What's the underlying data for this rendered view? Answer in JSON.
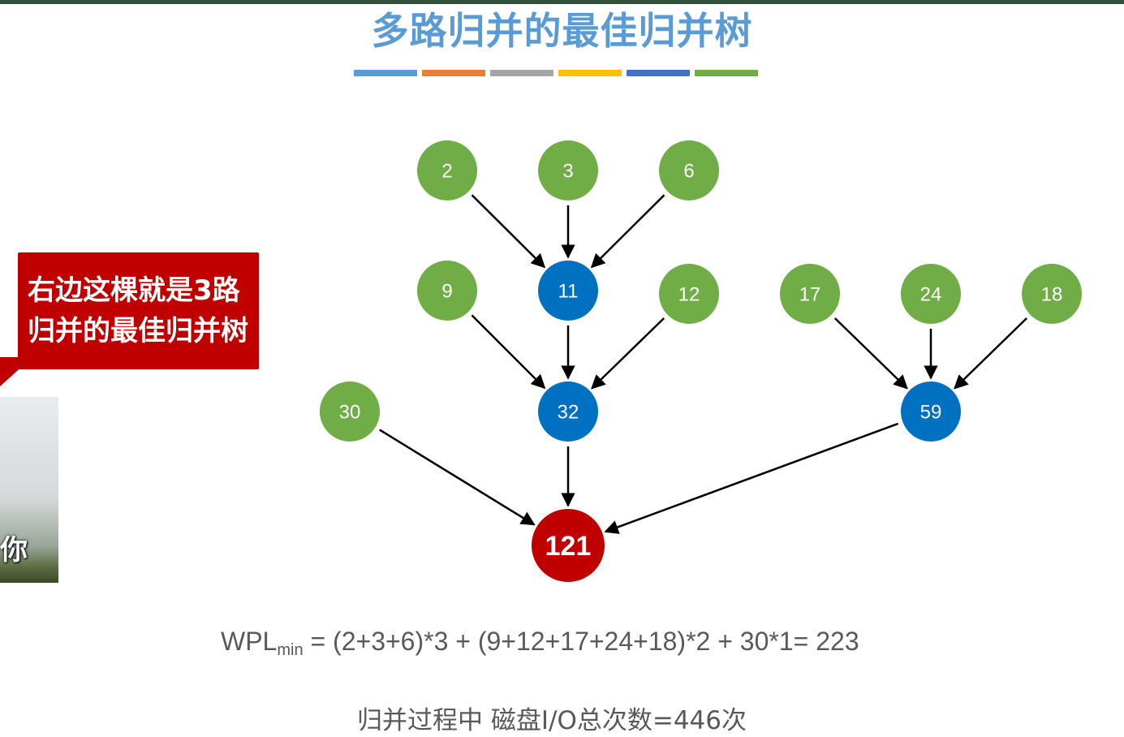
{
  "title": "多路归并的最佳归并树",
  "color_strip": [
    "#5b9bd5",
    "#ed7d31",
    "#a5a5a5",
    "#ffc000",
    "#4472c4",
    "#70ad47"
  ],
  "callout": {
    "line1": "右边这棵就是3路",
    "line2": "归并的最佳归并树"
  },
  "video": {
    "subtitle": "你"
  },
  "tree": {
    "colors": {
      "leaf": "#70ad47",
      "internal": "#0070c0",
      "root": "#c00000"
    },
    "nodes": [
      {
        "id": "n2",
        "label": "2",
        "kind": "leaf"
      },
      {
        "id": "n3",
        "label": "3",
        "kind": "leaf"
      },
      {
        "id": "n6",
        "label": "6",
        "kind": "leaf"
      },
      {
        "id": "n9",
        "label": "9",
        "kind": "leaf"
      },
      {
        "id": "n11",
        "label": "11",
        "kind": "internal"
      },
      {
        "id": "n12",
        "label": "12",
        "kind": "leaf"
      },
      {
        "id": "n17",
        "label": "17",
        "kind": "leaf"
      },
      {
        "id": "n24",
        "label": "24",
        "kind": "leaf"
      },
      {
        "id": "n18",
        "label": "18",
        "kind": "leaf"
      },
      {
        "id": "n30",
        "label": "30",
        "kind": "leaf"
      },
      {
        "id": "n32",
        "label": "32",
        "kind": "internal"
      },
      {
        "id": "n59",
        "label": "59",
        "kind": "internal"
      },
      {
        "id": "n121",
        "label": "121",
        "kind": "root"
      }
    ],
    "edges": [
      [
        "n2",
        "n11"
      ],
      [
        "n3",
        "n11"
      ],
      [
        "n6",
        "n11"
      ],
      [
        "n9",
        "n32"
      ],
      [
        "n11",
        "n32"
      ],
      [
        "n12",
        "n32"
      ],
      [
        "n17",
        "n59"
      ],
      [
        "n24",
        "n59"
      ],
      [
        "n18",
        "n59"
      ],
      [
        "n30",
        "n121"
      ],
      [
        "n32",
        "n121"
      ],
      [
        "n59",
        "n121"
      ]
    ]
  },
  "formula": {
    "prefix": "WPL",
    "sub": "min",
    "rest": " = (2+3+6)*3 + (9+12+17+24+18)*2 + 30*1= 223"
  },
  "io_line": "归并过程中 磁盘I/O总次数=446次"
}
